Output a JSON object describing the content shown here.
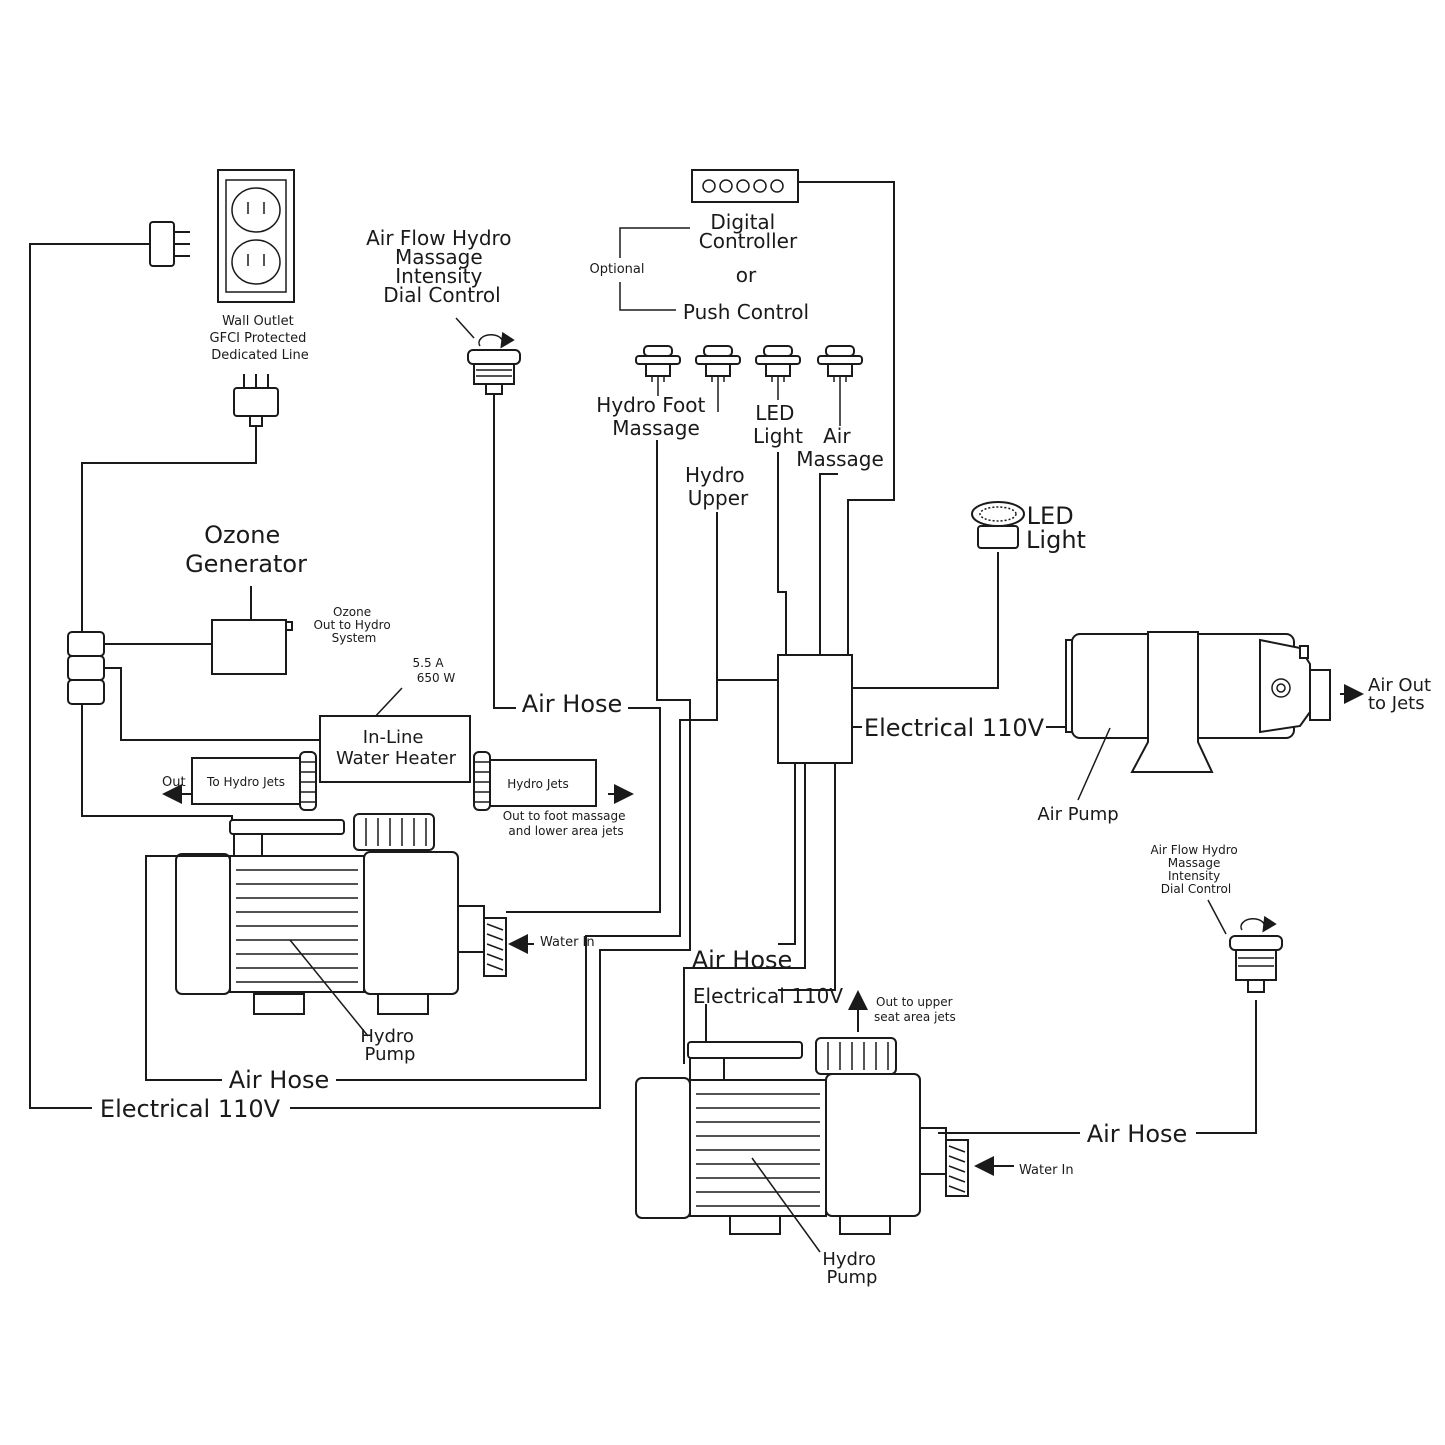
{
  "labels": {
    "wall_outlet": [
      "Wall Outlet",
      "GFCI Protected",
      "Dedicated Line"
    ],
    "dial1": [
      "Air Flow Hydro",
      "Massage",
      "Intensity",
      "Dial Control"
    ],
    "digital_controller": [
      "Digital",
      "Controller"
    ],
    "or": "or",
    "optional": "Optional",
    "push_control": "Push Control",
    "hydro_foot": [
      "Hydro Foot",
      "Massage"
    ],
    "hydro_upper": [
      "Hydro",
      "Upper"
    ],
    "led_light_btn": [
      "LED",
      "Light"
    ],
    "air_massage": [
      "Air",
      "Massage"
    ],
    "led_light": [
      "LED",
      "Light"
    ],
    "ozone_generator": [
      "Ozone",
      "Generator"
    ],
    "ozone_out": [
      "Ozone",
      "Out to Hydro",
      "System"
    ],
    "heater_rating": [
      "5.5 A",
      "650 W"
    ],
    "heater": [
      "In-Line",
      "Water Heater"
    ],
    "to_hydro_jets": "To Hydro Jets",
    "hydro_jets": "Hydro Jets",
    "out": "Out",
    "out_foot": [
      "Out to foot massage",
      "and lower area jets"
    ],
    "air_hose_top": "Air Hose",
    "electrical_center": "Electrical 110V",
    "air_out": [
      "Air Out",
      "to Jets"
    ],
    "air_pump": "Air Pump",
    "water_in_1": "Water In",
    "hydro_pump_1": [
      "Hydro",
      "Pump"
    ],
    "air_hose_bottom_left": "Air Hose",
    "electrical_bottom_left": "Electrical 110V",
    "air_hose_mid": "Air Hose",
    "electrical_mid": "Electrical 110V",
    "out_upper": [
      "Out to upper",
      "seat area jets"
    ],
    "dial2": [
      "Air Flow Hydro",
      "Massage",
      "Intensity",
      "Dial Control"
    ],
    "air_hose_right": "Air Hose",
    "water_in_2": "Water In",
    "hydro_pump_2": [
      "Hydro",
      "Pump"
    ]
  }
}
